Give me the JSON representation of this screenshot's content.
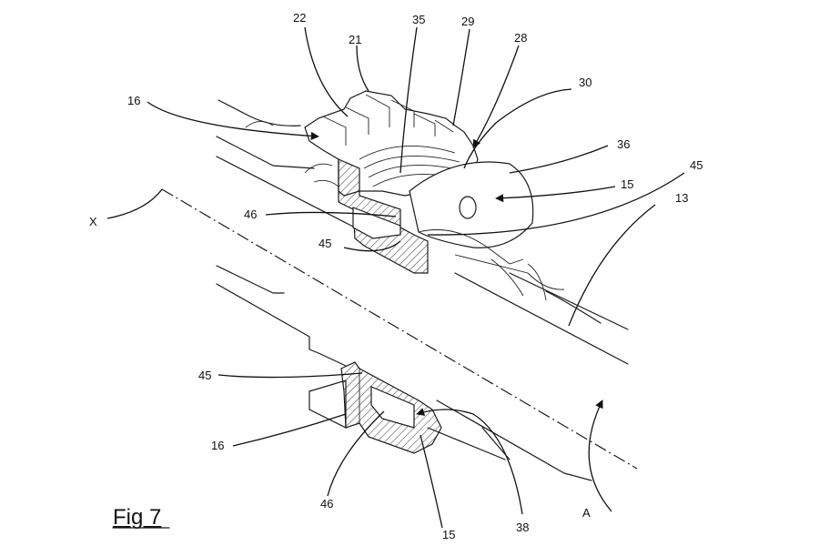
{
  "figure": {
    "caption": "Fig 7"
  },
  "labels": {
    "l22": "22",
    "l21": "21",
    "l35": "35",
    "l29": "29",
    "l28": "28",
    "l30": "30",
    "l16_top": "16",
    "l36": "36",
    "l45_top_right": "45",
    "l15_top": "15",
    "l13": "13",
    "lX": "X",
    "l46_top": "46",
    "l45_mid": "45",
    "l45_bottom": "45",
    "l16_bottom": "16",
    "l46_bottom": "46",
    "l15_bottom": "15",
    "l38": "38",
    "lA": "A"
  }
}
